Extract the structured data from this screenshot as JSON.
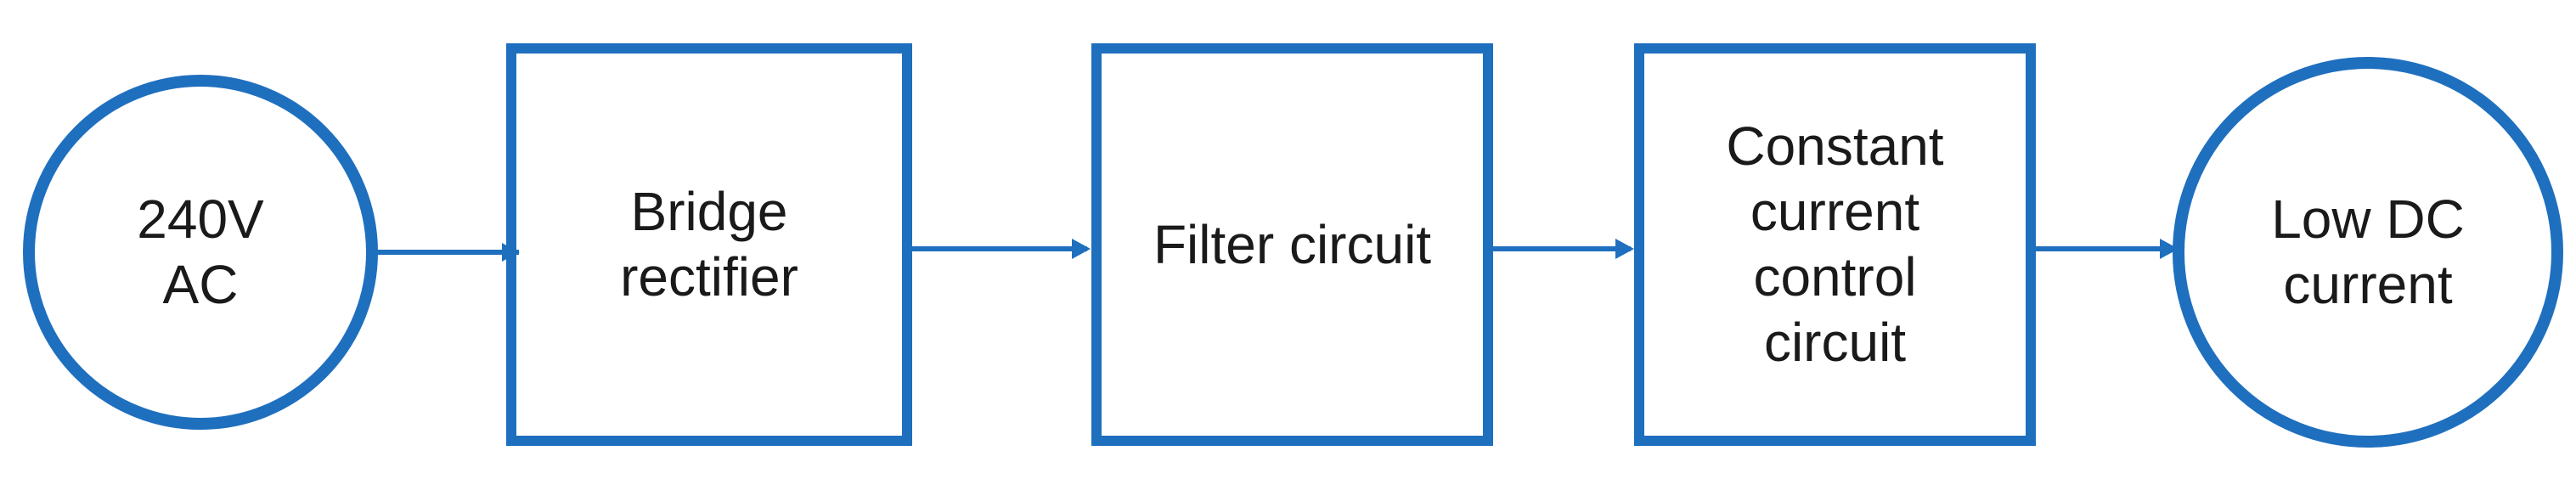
{
  "diagram": {
    "accent_color": "#1f6fbf",
    "nodes": {
      "input": {
        "shape": "circle",
        "lines": [
          "240V",
          "AC"
        ]
      },
      "rectifier": {
        "shape": "box",
        "lines": [
          "Bridge",
          "rectifier"
        ]
      },
      "filter": {
        "shape": "box",
        "lines": [
          "Filter circuit"
        ]
      },
      "controller": {
        "shape": "box",
        "lines": [
          "Constant",
          "current",
          "control",
          "circuit"
        ]
      },
      "output": {
        "shape": "circle",
        "lines": [
          "Low DC",
          "current"
        ]
      }
    },
    "edges": [
      {
        "from": "input",
        "to": "rectifier"
      },
      {
        "from": "rectifier",
        "to": "filter"
      },
      {
        "from": "filter",
        "to": "controller"
      },
      {
        "from": "controller",
        "to": "output"
      }
    ]
  }
}
